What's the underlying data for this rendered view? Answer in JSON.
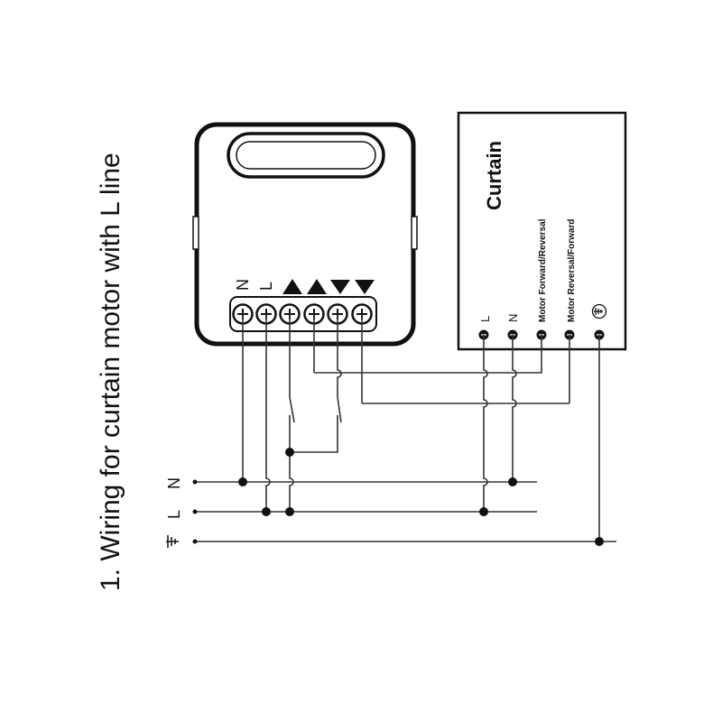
{
  "title": "1. Wiring for curtain motor with L line",
  "module": {
    "terminal_labels": [
      "N",
      "L",
      "up-arrow",
      "up-arrow",
      "down-arrow",
      "down-arrow"
    ]
  },
  "curtain": {
    "title": "Curtain",
    "terminal_labels": [
      "L",
      "N",
      "Motor Forward/Reversal",
      "Motor Reversal/Forward",
      "ground-symbol"
    ]
  },
  "mains": {
    "labels": [
      "N",
      "L",
      "ground-symbol"
    ]
  }
}
